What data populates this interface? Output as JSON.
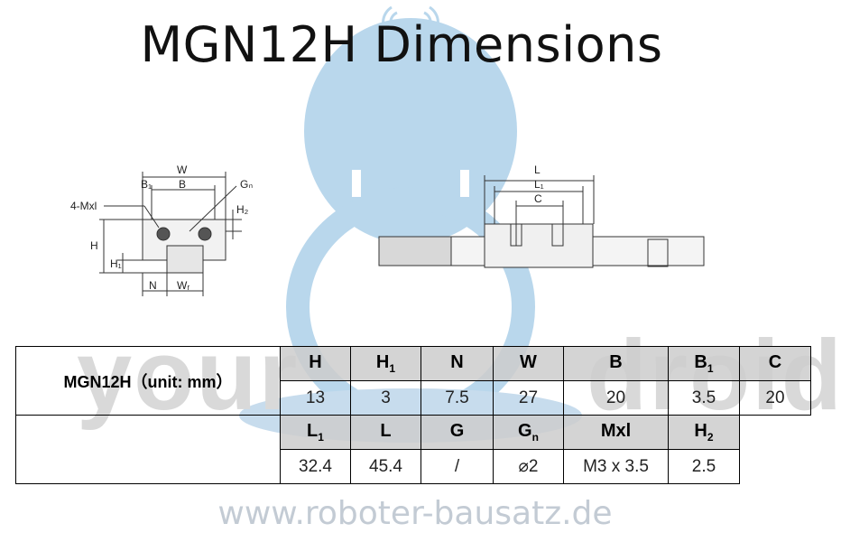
{
  "title": "MGN12H Dimensions",
  "watermark": {
    "brand_left": "your",
    "brand_right": "droid",
    "url": "www.roboter-bausatz.de"
  },
  "drawing_labels": {
    "w": "W",
    "b1": "B₁",
    "b": "B",
    "gn": "Gₙ",
    "mxl": "4-Mxl",
    "h": "H",
    "h1": "H₁",
    "h2": "H₂",
    "n": "N",
    "wr": "Wᵣ",
    "l": "L",
    "l1": "L₁",
    "c": "C"
  },
  "table": {
    "label": "MGN12H（unit: mm）",
    "row1_headers": [
      "H",
      "H",
      "N",
      "W",
      "B",
      "B",
      "C"
    ],
    "row1_subs": [
      "",
      "1",
      "",
      "",
      "",
      "1",
      ""
    ],
    "row1_values": [
      "13",
      "3",
      "7.5",
      "27",
      "20",
      "3.5",
      "20"
    ],
    "row2_headers": [
      "L",
      "L",
      "G",
      "G",
      "Mxl",
      "H"
    ],
    "row2_subs": [
      "1",
      "",
      "",
      "n",
      "",
      "2"
    ],
    "row2_values": [
      "32.4",
      "45.4",
      "/",
      "⌀2",
      "M3 x 3.5",
      "2.5"
    ]
  }
}
